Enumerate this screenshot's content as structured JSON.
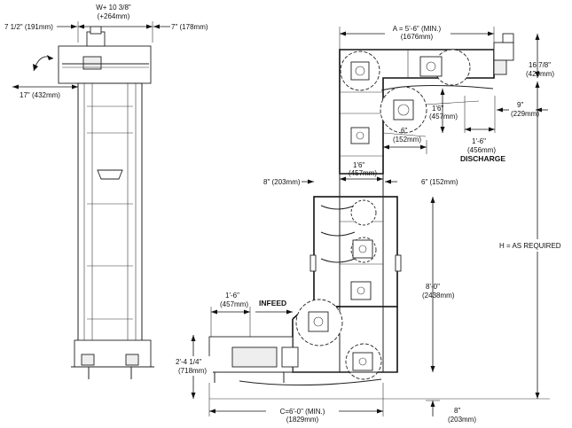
{
  "dimensions": {
    "side_width": "7 1/2\" (191mm)",
    "top_width_a": "W+ 10 3/8\"",
    "top_width_b": "(+264mm)",
    "side_right": "7\" (178mm)",
    "side_bottom": "17\" (432mm)",
    "a_top_a": "A = 5'-6\" (MIN.)",
    "a_top_b": "(1676mm)",
    "motor_h_a": "16 7/8\"",
    "motor_h_b": "(429mm)",
    "head_gap_a": "1'6\"",
    "head_gap_b": "(457mm)",
    "nine_a": "9\"",
    "nine_b": "(229mm)",
    "six_a": "6\"",
    "six_b": "(152mm)",
    "discharge_a": "1'-6\"",
    "discharge_b": "(456mm)",
    "mid_gap_a": "1'6\"",
    "mid_gap_b": "(457mm)",
    "mid_left": "8\" (203mm)",
    "mid_right": "6\" (152mm)",
    "infeed_a": "1'-6\"",
    "infeed_b": "(457mm)",
    "height_a": "8'-0\"",
    "height_b": "(2438mm)",
    "base_h_a": "2'-4 1/4\"",
    "base_h_b": "(718mm)",
    "c_bottom_a": "C=6'-0\" (MIN.)",
    "c_bottom_b": "(1829mm)",
    "foot_a": "8\"",
    "foot_b": "(203mm)"
  },
  "labels": {
    "discharge": "DISCHARGE",
    "infeed": "INFEED",
    "h_required": "H = AS REQUIRED"
  }
}
